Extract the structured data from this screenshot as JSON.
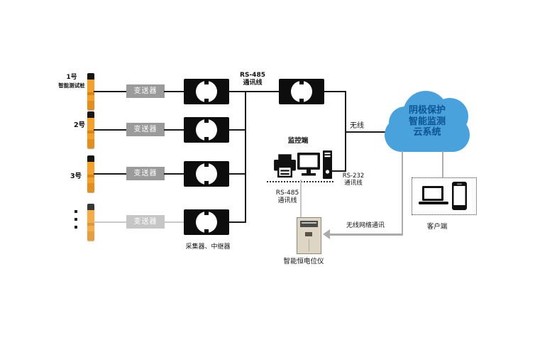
{
  "colors": {
    "cloud": "#4aa2dc",
    "cloud_text": "#0d5492",
    "accent_orange": "#f2a12c",
    "line": "#1a1a1a",
    "faded": "#c9c9c9",
    "gray_line": "#ababab",
    "gray_box": "#9b9b9b",
    "cabinet": "#ded6c5"
  },
  "rows": [
    {
      "label": "1号",
      "sublabel": "智能测试桩",
      "transmitter": "变送器"
    },
    {
      "label": "2号",
      "transmitter": "变送器"
    },
    {
      "label": "3号",
      "transmitter": "变送器"
    },
    {
      "label": "",
      "transmitter": "变送器"
    }
  ],
  "labels": {
    "rs485_top_l1": "RS-485",
    "rs485_top_l2": "通讯线",
    "rs232_l1": "RS-232",
    "rs232_l2": "通讯线",
    "rs485_bottom_l1": "RS-485",
    "rs485_bottom_l2": "通讯线",
    "wireless": "无线",
    "wireless_network": "无线网络通讯",
    "collectors": "采集器、中继器",
    "monitor": "监控端",
    "cabinet": "智能恒电位仪",
    "client": "客户端"
  },
  "cloud": {
    "l1": "阴极保护",
    "l2": "智能监测",
    "l3": "云系统"
  }
}
